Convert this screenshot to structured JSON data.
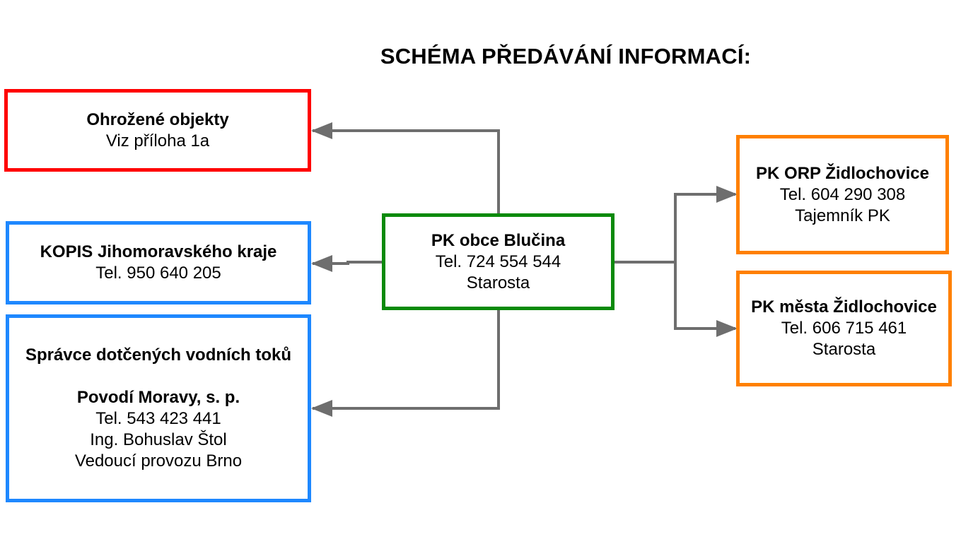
{
  "title": "SCHÉMA PŘEDÁVÁNÍ INFORMACÍ:",
  "colors": {
    "red": "#ff0000",
    "blue": "#1e88ff",
    "green": "#0a8a0a",
    "orange": "#ff8000",
    "connector": "#6e6e6e"
  },
  "nodes": {
    "center": {
      "name": "PK obce Blučina",
      "phone": "Tel. 724 554 544",
      "role": "Starosta"
    },
    "threatened": {
      "name": "Ohrožené objekty",
      "note": "Viz příloha 1a"
    },
    "kopis": {
      "name": "KOPIS Jihomoravského kraje",
      "phone": "Tel. 950 640 205"
    },
    "water": {
      "heading": "Správce dotčených vodních toků",
      "org": "Povodí Moravy, s. p.",
      "phone": "Tel. 543 423 441",
      "person": "Ing. Bohuslav Štol",
      "role": "Vedoucí provozu Brno"
    },
    "orp": {
      "name": "PK ORP Židlochovice",
      "phone": "Tel. 604 290 308",
      "role": "Tajemník PK"
    },
    "city": {
      "name": "PK města Židlochovice",
      "phone": "Tel. 606 715 461",
      "role": "Starosta"
    }
  },
  "edges": [
    {
      "from": "center",
      "to": "threatened"
    },
    {
      "from": "center",
      "to": "kopis"
    },
    {
      "from": "center",
      "to": "water"
    },
    {
      "from": "center",
      "to": "orp"
    },
    {
      "from": "center",
      "to": "city"
    }
  ]
}
